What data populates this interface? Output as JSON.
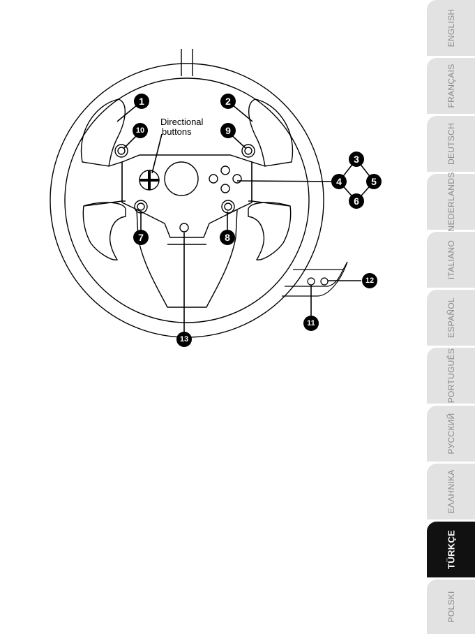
{
  "diagram": {
    "label_directional": [
      "Directional",
      "buttons"
    ],
    "callouts": [
      "1",
      "2",
      "3",
      "4",
      "5",
      "6",
      "7",
      "8",
      "9",
      "10",
      "11",
      "12",
      "13"
    ]
  },
  "tabs": [
    {
      "label": "ENGLISH",
      "active": false
    },
    {
      "label": "FRANÇAIS",
      "active": false
    },
    {
      "label": "DEUTSCH",
      "active": false
    },
    {
      "label": "NEDERLANDS",
      "active": false
    },
    {
      "label": "ITALIANO",
      "active": false
    },
    {
      "label": "ESPAÑOL",
      "active": false
    },
    {
      "label": "PORTUGUÊS",
      "active": false
    },
    {
      "label": "РУССКИЙ",
      "active": false
    },
    {
      "label": "ΕΛΛΗΝΙΚΑ",
      "active": false
    },
    {
      "label": "TÜRKÇE",
      "active": true
    },
    {
      "label": "POLSKI",
      "active": false
    }
  ]
}
